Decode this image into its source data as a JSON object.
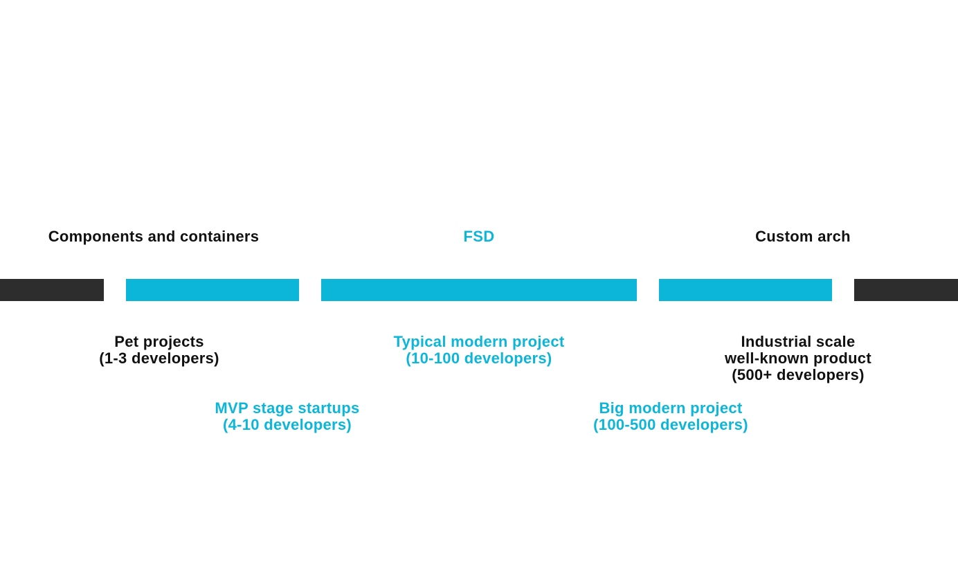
{
  "categories": {
    "components": "Components and containers",
    "fsd": "FSD",
    "custom": "Custom arch"
  },
  "stages": {
    "pet": {
      "line1": "Pet projects",
      "line2": "(1-3 developers)"
    },
    "mvp": {
      "line1": "MVP stage startups",
      "line2": "(4-10 developers)"
    },
    "typical": {
      "line1": "Typical modern project",
      "line2": "(10-100 developers)"
    },
    "big": {
      "line1": "Big modern project",
      "line2": "(100-500 developers)"
    },
    "industrial": {
      "line1": "Industrial scale",
      "line2": "well-known product",
      "line3": "(500+ developers)"
    }
  },
  "colors": {
    "accent": "#0cb6d9",
    "dark_bar": "#2d2d2d",
    "dark_text": "#111111"
  }
}
